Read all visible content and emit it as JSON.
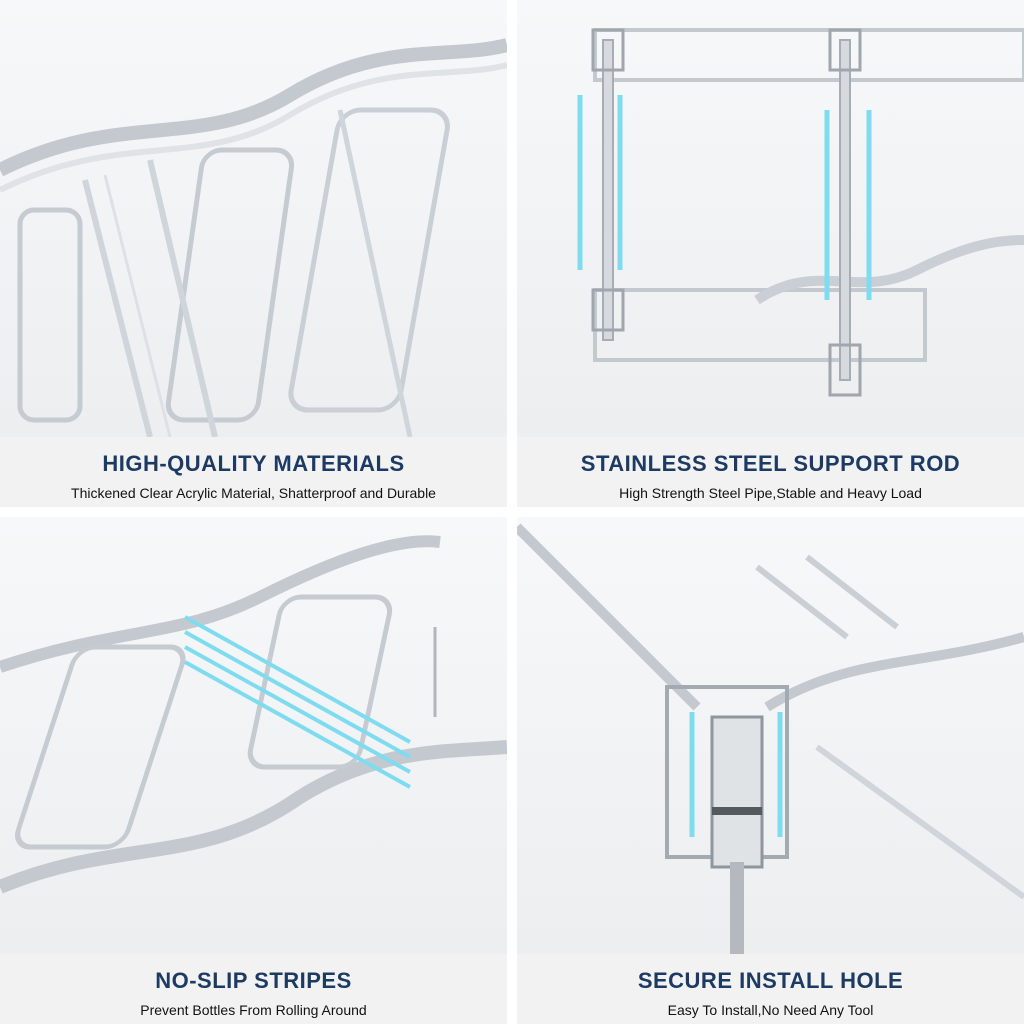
{
  "colors": {
    "title": "#1d3a63",
    "subtitle": "#111111",
    "caption_bg": "#f2f2f2",
    "highlight": "#7fdcf0",
    "acrylic_edge": "#b9c0c7"
  },
  "panels": [
    {
      "title": "HIGH-QUALITY MATERIALS",
      "subtitle": "Thickened Clear Acrylic Material, Shatterproof and Durable"
    },
    {
      "title": "STAINLESS STEEL SUPPORT ROD",
      "subtitle": "High Strength Steel Pipe,Stable and Heavy Load"
    },
    {
      "title": "NO-SLIP STRIPES",
      "subtitle": "Prevent Bottles From Rolling Around"
    },
    {
      "title": "SECURE INSTALL HOLE",
      "subtitle": "Easy To Install,No Need Any Tool"
    }
  ]
}
